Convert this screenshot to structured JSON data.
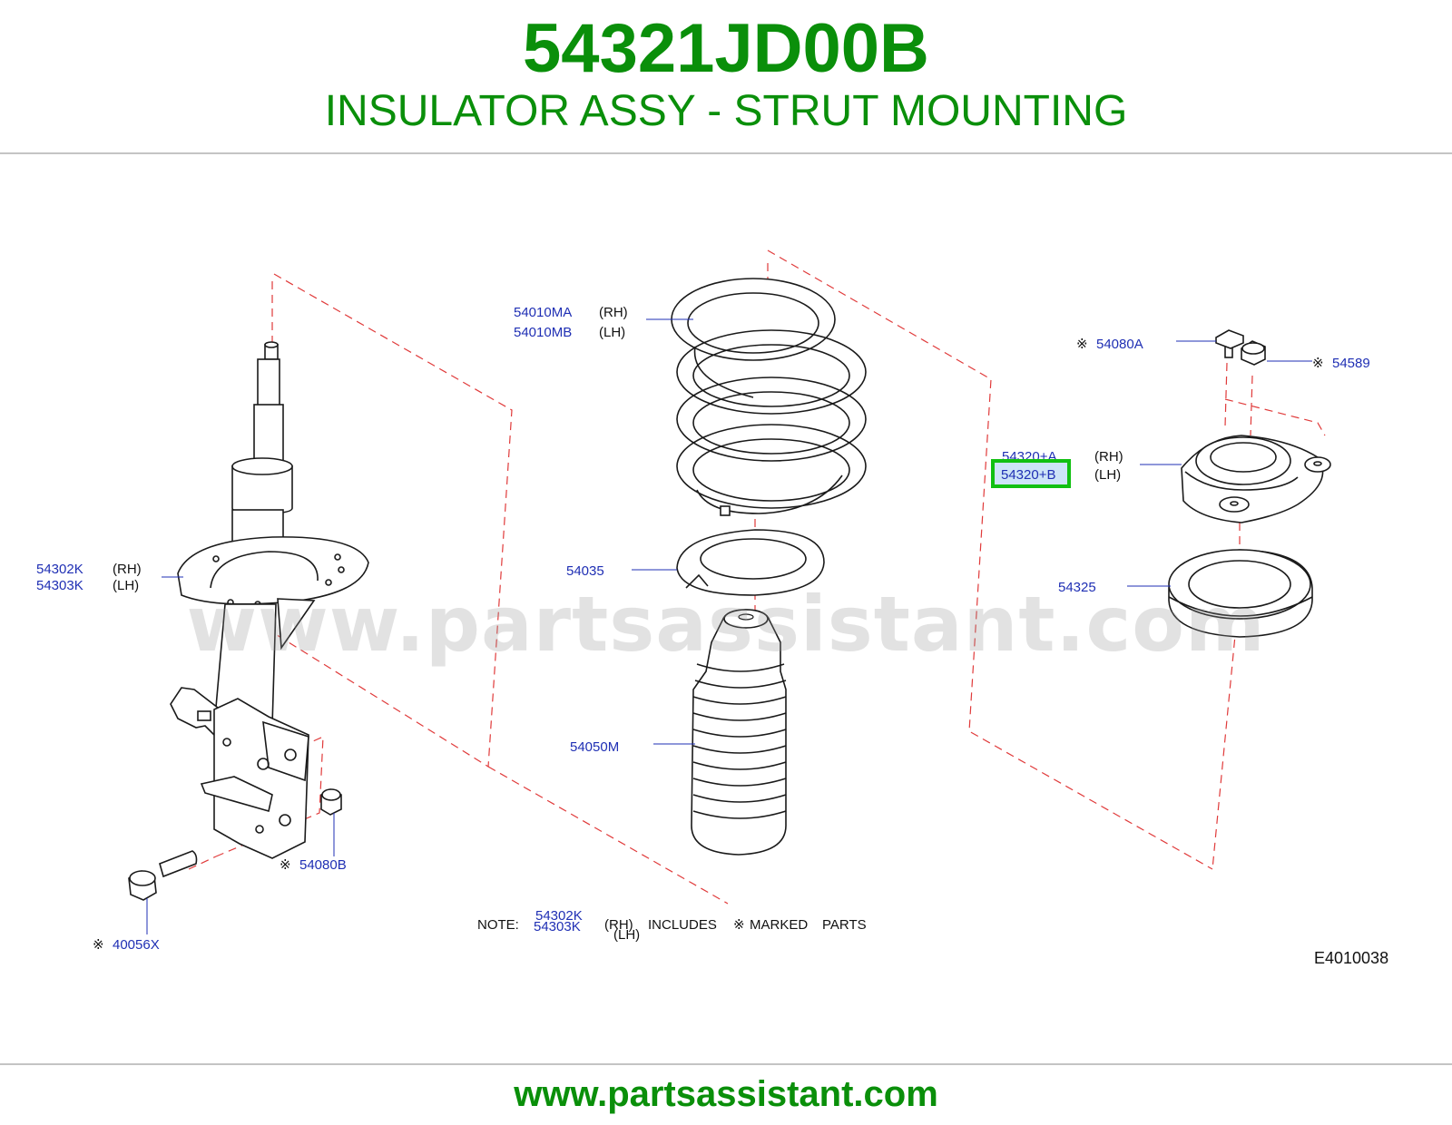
{
  "header": {
    "part_number": "54321JD00B",
    "part_name": "INSULATOR ASSY - STRUT MOUNTING"
  },
  "footer": {
    "url": "www.partsassistant.com"
  },
  "watermark": {
    "text": "www.partsassistant.com"
  },
  "diagram": {
    "code": "E4010038",
    "side_rh": "(RH)",
    "side_lh": "(LH)",
    "mark": "※",
    "labels": {
      "strut_rh": "54302K",
      "strut_lh": "54303K",
      "spring_rh": "54010MA",
      "spring_lh": "54010MB",
      "seat": "54035",
      "bound_bumper": "54050M",
      "mount_bolt": "54080A",
      "mount_nut": "54589",
      "insulator_rh": "54320+A",
      "insulator_lh": "54320+B",
      "bearing": "54325",
      "lower_nut": "54080B",
      "lower_bolt": "40056X"
    },
    "highlight": "54320+B",
    "note": {
      "prefix": "NOTE:",
      "rh_part": "54302K",
      "lh_part": "54303K",
      "includes": "INCLUDES",
      "marked": "MARKED",
      "parts": "PARTS"
    }
  },
  "colors": {
    "brand_green": "#0a8f0a",
    "label_blue": "#1f2fb4",
    "dash_red": "#e03a3a",
    "highlight_green": "#11c011"
  }
}
